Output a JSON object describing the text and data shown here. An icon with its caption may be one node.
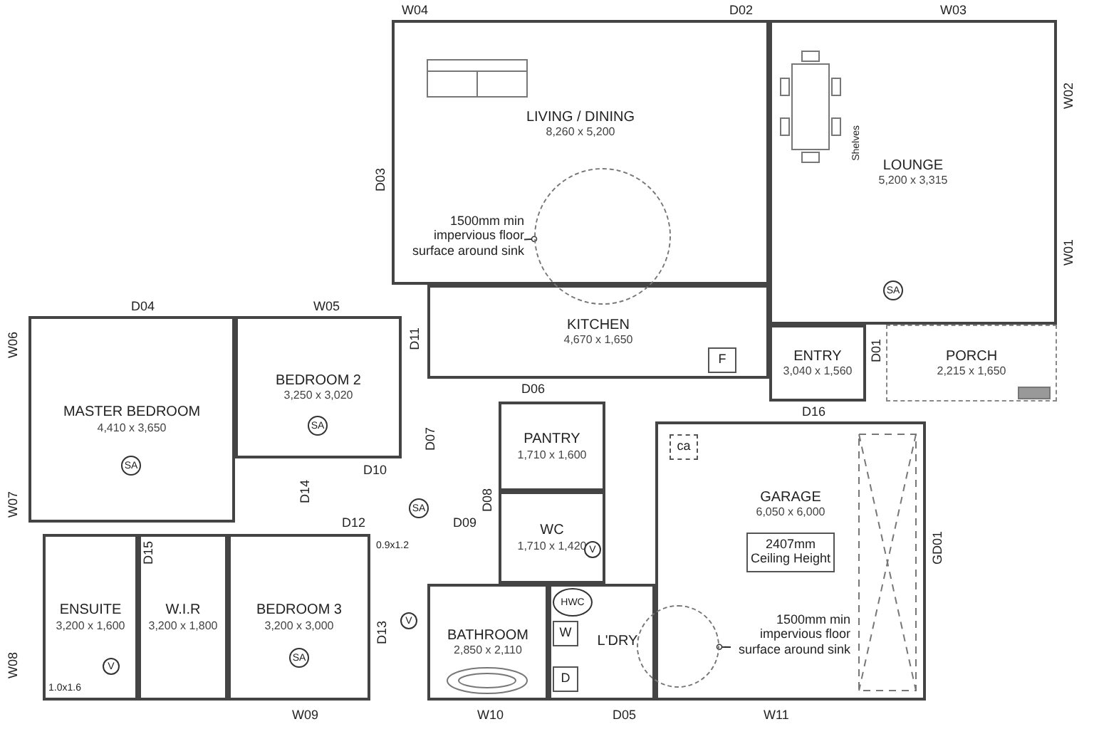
{
  "diagram": {
    "nodes": [
      {
        "text": [
          "LIVING / DINING",
          "8,260 x 5,200"
        ]
      },
      {
        "text": [
          "LOUNGE",
          "5,200 x 3,315"
        ]
      },
      {
        "text": [
          "KITCHEN",
          "4,670 x 1,650"
        ]
      },
      {
        "text": [
          "ENTRY",
          "3,040 x 1,560"
        ]
      },
      {
        "text": [
          "PORCH",
          "2,215 x 1,650"
        ]
      },
      {
        "text": [
          "MASTER BEDROOM",
          "4,410 x 3,650"
        ]
      },
      {
        "text": [
          "BEDROOM 2",
          "3,250 x 3,020"
        ]
      },
      {
        "text": [
          "PANTRY",
          "1,710 x 1,600"
        ]
      },
      {
        "text": [
          "WC",
          "1,710 x 1,420"
        ]
      },
      {
        "text": [
          "GARAGE",
          "6,050 x 6,000"
        ]
      },
      {
        "text": [
          "2407mm Ceiling Height"
        ],
        "in": 9
      },
      {
        "text": [
          "ENSUITE",
          "3,200 x 1,600"
        ]
      },
      {
        "text": [
          "W.I.R",
          "3,200 x 1,800"
        ]
      },
      {
        "text": [
          "BEDROOM 3",
          "3,200 x 3,000"
        ]
      },
      {
        "text": [
          "BATHROOM",
          "2,850 x 2,110"
        ]
      },
      {
        "text": [
          "L'DRY"
        ]
      },
      {
        "text": [
          "1500mm min impervious floor surface around sink"
        ],
        "in": 0
      },
      {
        "text": [],
        "shape": "circle"
      },
      {
        "text": [
          "1500mm min impervious floor surface around sink"
        ],
        "in": 9
      },
      {
        "text": [],
        "shape": "circle"
      },
      {
        "text": [
          "F"
        ],
        "in": 2
      },
      {
        "text": [
          "SA"
        ],
        "in": 5
      },
      {
        "text": [
          "SA"
        ],
        "in": 6
      },
      {
        "text": [
          "SA"
        ],
        "in": 1
      },
      {
        "text": [
          "SA"
        ]
      },
      {
        "text": [
          "SA"
        ],
        "in": 13
      },
      {
        "text": [
          "HWC"
        ],
        "in": 15
      },
      {
        "text": [
          "W"
        ],
        "in": 15
      },
      {
        "text": [
          "D"
        ],
        "in": 15
      },
      {
        "text": [
          "ca"
        ],
        "in": 9
      },
      {
        "text": [
          "V"
        ],
        "in": 11
      },
      {
        "text": [
          "V"
        ]
      },
      {
        "text": [
          "V"
        ],
        "in": 8
      }
    ],
    "edges": [
      {
        "from": 16,
        "to": 17,
        "arrow": "other"
      },
      {
        "from": 18,
        "to": 19,
        "arrow": "other"
      }
    ],
    "labels": [
      "W04",
      "D02",
      "W03",
      "D03",
      "W02",
      "Shelves",
      "W01",
      "D04",
      "W05",
      "W06",
      "D11",
      "D01",
      "D06",
      "D16",
      "D07",
      "D10",
      "D14",
      "W07",
      "D08",
      "D12",
      "D09",
      "0.9x1.2",
      "D15",
      "D13",
      "GD01",
      "W08",
      "1.0x1.6",
      "W09",
      "W10",
      "D05",
      "W11"
    ]
  }
}
